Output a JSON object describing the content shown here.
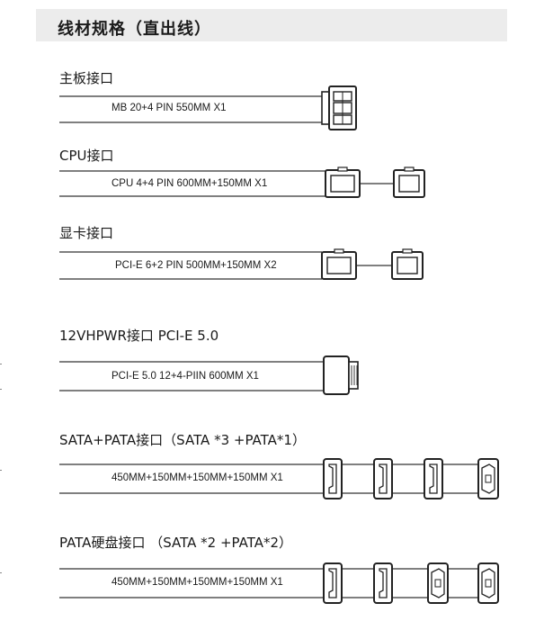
{
  "header": {
    "title": "线材规格（直出线）"
  },
  "sections": [
    {
      "title": "主板接口",
      "label": "MB 20+4 PIN 550MM  X1"
    },
    {
      "title": "CPU接口",
      "label": "CPU 4+4 PIN 600MM+150MM  X1"
    },
    {
      "title": "显卡接口",
      "label": "PCI-E 6+2 PIN 500MM+150MM  X2"
    },
    {
      "title": "12VHPWR接口 PCI-E 5.0",
      "label": "PCI-E 5.0 12+4-PIIN 600MM X1"
    },
    {
      "title": "SATA+PATA接口（SATA *3 +PATA*1）",
      "label": "450MM+150MM+150MM+150MM  X1"
    },
    {
      "title": "PATA硬盘接口 （SATA *2 +PATA*2）",
      "label": "450MM+150MM+150MM+150MM  X1"
    }
  ],
  "colors": {
    "header_bg": "#ececec",
    "line": "#333333",
    "text": "#1a1a1a"
  }
}
